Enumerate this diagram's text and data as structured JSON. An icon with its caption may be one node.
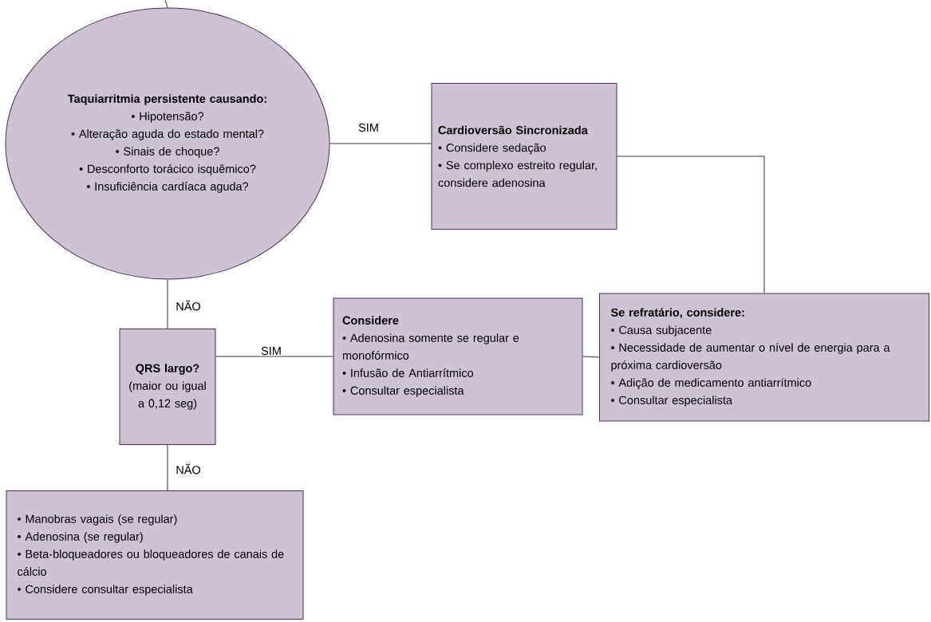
{
  "diagram": {
    "nodes": [
      {
        "text": [
          "Taquiarritmia persistente causando:",
          "• Hipotensão?",
          "• Alteração aguda do estado mental?",
          "• Sinais de choque?",
          "• Desconforto torácico isquêmico?",
          "• Insuficiência cardíaca aguda?"
        ]
      },
      {
        "text": [
          "Cardioversão Sincronizada",
          "• Considere sedação",
          "• Se complexo estreito regular, considere adenosina"
        ]
      },
      {
        "text": [
          "QRS largo?",
          "(maior ou igual a 0,12 seg)"
        ]
      },
      {
        "text": [
          "Considere",
          "• Adenosina somente se regular e monofórmico",
          "• Infusão de Antiarrítmico",
          "• Consultar especialista"
        ]
      },
      {
        "text": [
          "Se refratário, considere:",
          "• Causa subjacente",
          "• Necessidade de aumentar o nível de energia para a próxima cardioversão",
          "• Adição de medicamento antiarrítmico",
          "• Consultar especialista"
        ]
      },
      {
        "text": [
          "• Manobras vagais (se regular)",
          "• Adenosina (se regular)",
          "• Beta-bloqueadores ou bloqueadores de canais de cálcio",
          "• Considere consultar especialista"
        ]
      }
    ],
    "edges": [
      {
        "from": null,
        "to": 0,
        "arrow": "none"
      },
      {
        "from": 0,
        "to": 1,
        "arrow": "none",
        "label": "SIM"
      },
      {
        "from": 1,
        "to": 4,
        "arrow": "none"
      },
      {
        "from": 0,
        "to": 2,
        "arrow": "none",
        "label": "NÃO"
      },
      {
        "from": 2,
        "to": 3,
        "arrow": "none",
        "label": "SIM"
      },
      {
        "from": 3,
        "to": 4,
        "arrow": "none"
      },
      {
        "from": 2,
        "to": 5,
        "arrow": "none",
        "label": "NÃO"
      }
    ]
  }
}
